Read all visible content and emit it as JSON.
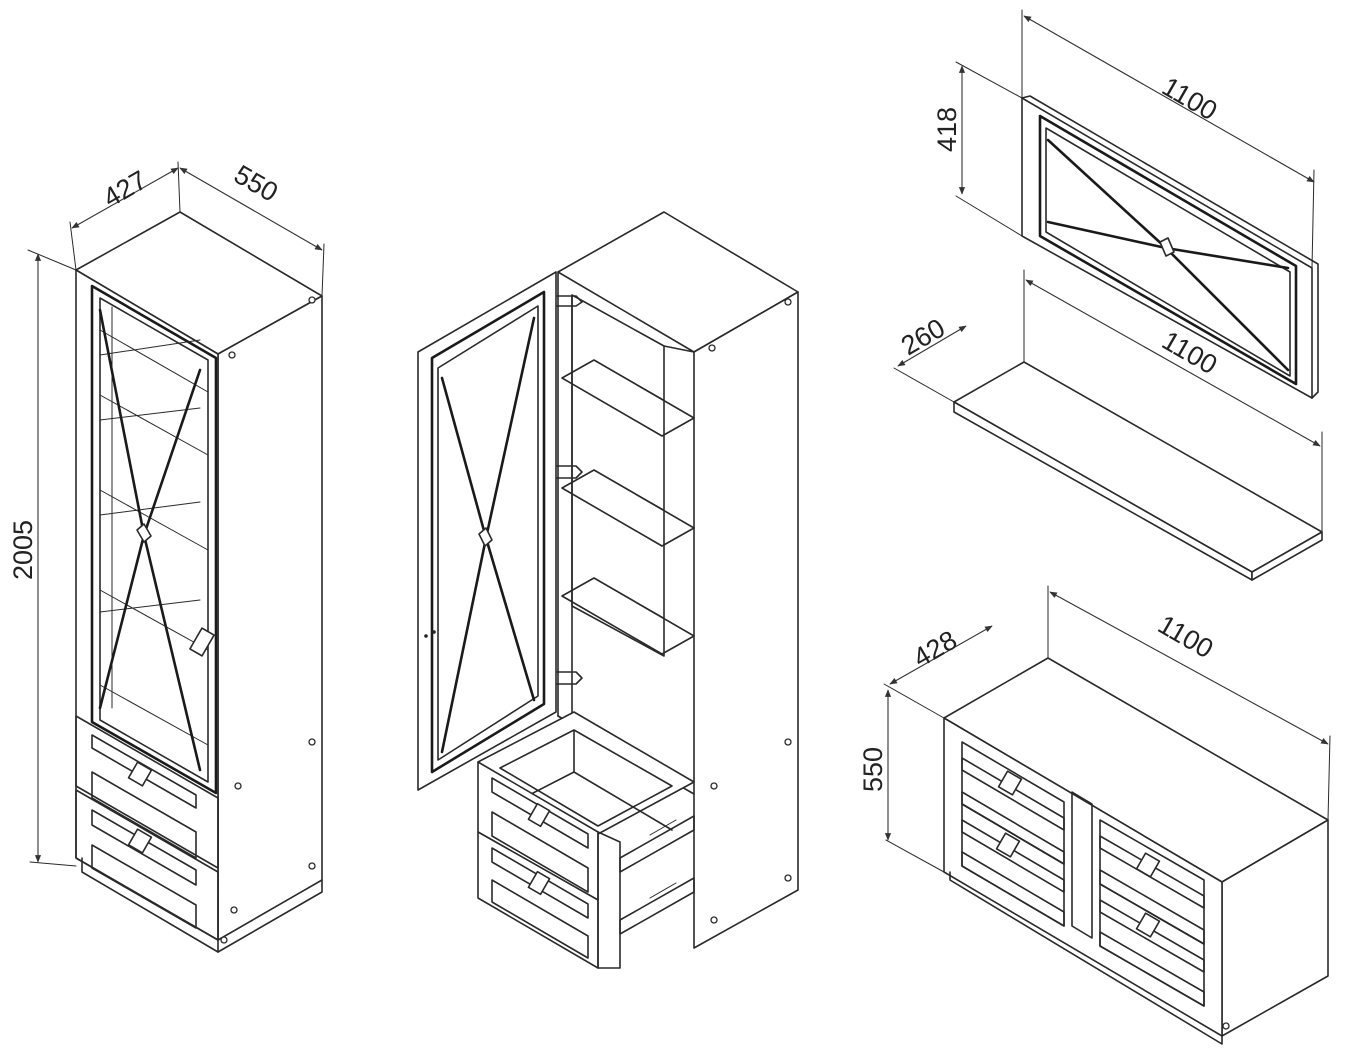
{
  "dimensions": {
    "tall_cabinet_width": "427",
    "tall_cabinet_depth": "550",
    "tall_cabinet_height": "2005",
    "wall_panel_width": "1100",
    "wall_panel_height": "418",
    "shelf_width": "1100",
    "shelf_depth": "260",
    "chest_width": "1100",
    "chest_depth": "428",
    "chest_height": "550"
  },
  "icons": {
    "handle": "square-drawer-handle-icon",
    "hinge": "door-hinge-icon"
  }
}
